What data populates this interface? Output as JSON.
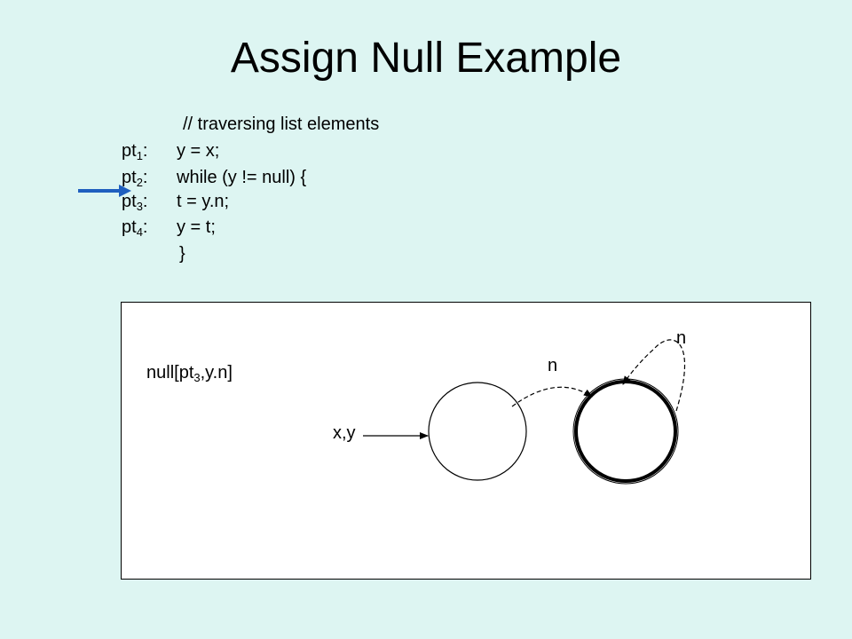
{
  "slide": {
    "title": "Assign Null Example"
  },
  "code": {
    "comment": "// traversing list elements",
    "lines": [
      {
        "pt": "pt",
        "sub": "1",
        "colon": ":",
        "stmt": "y = x;"
      },
      {
        "pt": "pt",
        "sub": "2",
        "colon": ":",
        "stmt": "while (y != null) {"
      },
      {
        "pt": "pt",
        "sub": "3",
        "colon": ":",
        "stmt": "t = y.n;"
      },
      {
        "pt": "pt",
        "sub": "4",
        "colon": ":",
        "stmt": "y = t;"
      }
    ],
    "closing": "}",
    "current_line_color": "#1f5fbf"
  },
  "diagram": {
    "fact_prefix": "null[pt",
    "fact_sub": "3",
    "fact_suffix": ",y.n]",
    "pointer_label": "x,y",
    "edge_label_1": "n",
    "edge_label_2": "n"
  }
}
